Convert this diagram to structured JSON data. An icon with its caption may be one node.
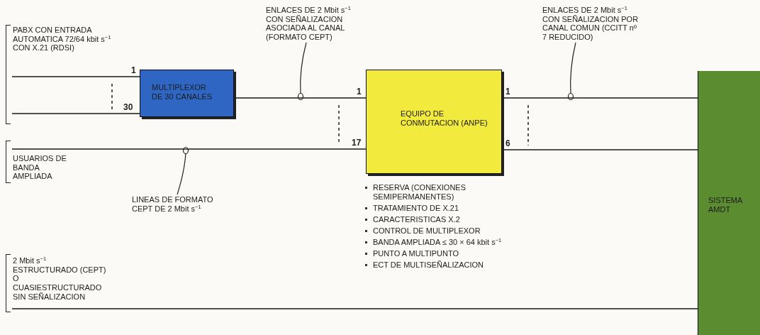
{
  "diagram": {
    "nodes": [
      {
        "text": [
          "PABX CON ENTRADA AUTOMATICA 72/64 kbit s$^{−1}$ CON X.21 (RDSI)"
        ]
      },
      {
        "text": [
          "MULTIPLEXOR DE 30 CANALES"
        ]
      },
      {
        "text": [
          "EQUIPO DE CONMUTACION (ANPE)"
        ],
        "beside": [
          "RESERVA (CONEXIONES SEMIPERMANENTES)",
          "TRATAMIENTO DE X.21",
          "CARACTERISTICAS X.2",
          "CONTROL DE MULTIPLEXOR",
          "BANDA AMPLIADA ≤ 30 × 64 kbit s$^{−1}$",
          "PUNTO A MULTIPUNTO",
          "ECT DE MULTISEÑALIZACION"
        ]
      },
      {
        "text": [
          "USUARIOS DE BANDA AMPLIADA"
        ]
      },
      {
        "text": [
          "2 Mbit s$^{−1}$ ESTRUCTURADO (CEPT) O CUASIESTRUCTURADO SIN SEÑALIZACION"
        ]
      },
      {
        "text": [
          "SISTEMA AMDT"
        ]
      },
      {
        "text": [
          "ENLACES DE 2 Mbit s$^{−1}$ CON SEÑALIZACION ASOCIADA AL CANAL (FORMATO CEPT)"
        ]
      },
      {
        "text": [
          "ENLACES DE 2 Mbit s$^{−1}$ CON SEÑALIZACION POR CANAL COMUN (CCITT nº 7 REDUCIDO)"
        ]
      },
      {
        "text": [
          "LINEAS DE FORMATO CEPT DE 2 Mbit s$^{−1}$"
        ]
      }
    ],
    "edges": [
      {
        "from": 0,
        "to": 1,
        "arrow": "none"
      },
      {
        "from": 0,
        "to": 1,
        "arrow": "none"
      },
      {
        "from": 1,
        "to": 2,
        "arrow": "none"
      },
      {
        "from": 3,
        "to": 2,
        "arrow": "none"
      },
      {
        "from": 2,
        "to": 5,
        "arrow": "none"
      },
      {
        "from": 2,
        "to": 5,
        "arrow": "none"
      },
      {
        "from": 4,
        "to": 5,
        "arrow": "none"
      },
      {
        "from": 6,
        "to": null,
        "arrow": "other"
      },
      {
        "from": 7,
        "to": null,
        "arrow": "other"
      },
      {
        "from": 8,
        "to": null,
        "arrow": "other"
      }
    ],
    "labels": [
      "1",
      "30",
      "1",
      "17",
      "1",
      "6"
    ]
  }
}
